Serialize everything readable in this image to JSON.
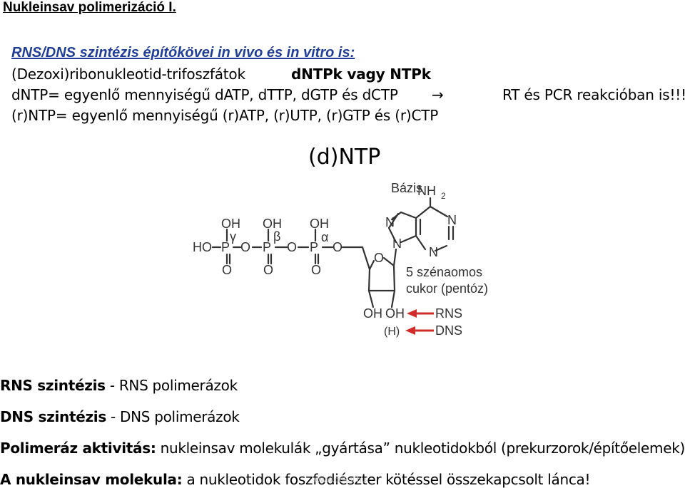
{
  "title": "Nukleinsav polimerizáció I.",
  "subtitle": "RNS/DNS szintézis építőkövei in vivo és in vitro is:",
  "lines": {
    "l1_a": "(Dezoxi)ribonukleotid-trifoszfátok",
    "l1_b": "dNTPk vagy NTPk",
    "l2_a": "dNTP= egyenlő mennyiségű dATP, dTTP, dGTP és dCTP",
    "l2_arrow": "→",
    "l2_b": "RT és PCR reakcióban is!!!",
    "l3": "(r)NTP= egyenlő mennyiségű (r)ATP, (r)UTP, (r)GTP és (r)CTP"
  },
  "diagram": {
    "heading": "(d)NTP",
    "base_label": "Bázis",
    "nh2": "NH",
    "nh2_sub": "2",
    "n": "N",
    "o": "O",
    "p": "P",
    "oh": "OH",
    "ho": "HO",
    "gamma": "γ",
    "beta": "β",
    "alpha": "α",
    "sugar_line1": "5 szénaomos",
    "sugar_line2": "cukor (pentóz)",
    "h": "(H)",
    "rns": "RNS",
    "dns": "DNS",
    "arrow_color": "#d22b2b"
  },
  "footer": {
    "f1_bold": "RNS szintézis",
    "f1_rest": " - RNS polimerázok",
    "f2_bold": "DNS szintézis",
    "f2_rest": " - DNS polimerázok",
    "f3_bold": "Polimeráz aktivitás:",
    "f3_rest": " nukleinsav molekulák „gyártása” nukleotidokból (prekurzorok/építőelemek)",
    "f4_bold": "A nukleinsav molekula:",
    "f4_rest": " a nukleotidok foszfodiészter kötéssel összekapcsolt lánca!"
  },
  "watermark": "www.doksi.hu"
}
